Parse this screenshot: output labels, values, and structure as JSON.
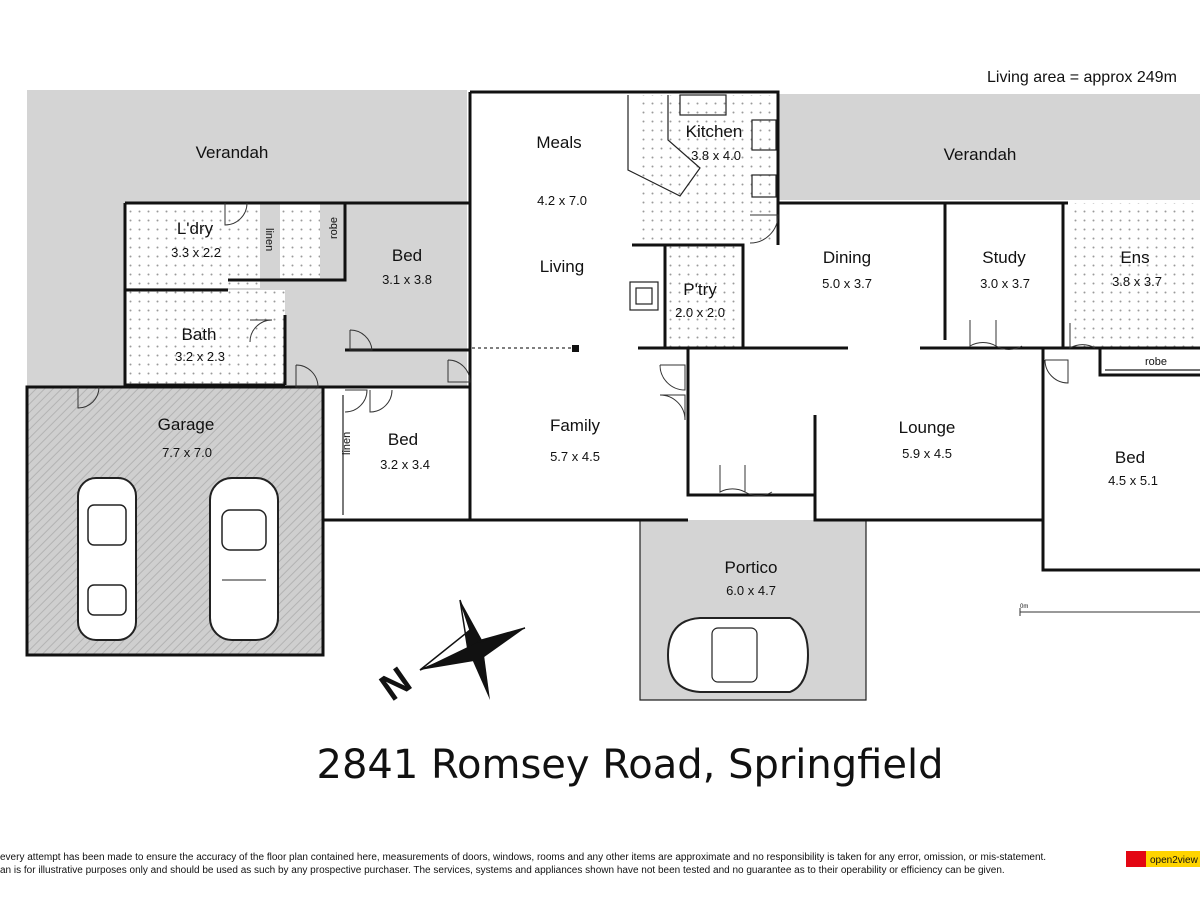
{
  "living_area": "Living area = approx 249m",
  "address": "2841 Romsey Road, Springfield",
  "disclaimer": [
    "every attempt has been made to ensure the accuracy of the floor plan contained here, measurements of doors, windows, rooms and any other items are approximate and no responsibility is taken for any error, omission, or mis-statement.",
    "an is for illustrative purposes only and should be used as such by any prospective purchaser. The services, systems and appliances shown have not been tested and no guarantee as to their operability or efficiency can be given."
  ],
  "logo_text": "open2view",
  "scale_label": "0m",
  "compass_label": "N",
  "rooms": {
    "verandah_left": {
      "name": "Verandah"
    },
    "verandah_right": {
      "name": "Verandah"
    },
    "meals": {
      "name": "Meals",
      "dim": "4.2 x 7.0"
    },
    "living": {
      "name": "Living"
    },
    "kitchen": {
      "name": "Kitchen",
      "dim": "3.8 x 4.0"
    },
    "laundry": {
      "name": "L'dry",
      "dim": "3.3 x 2.2"
    },
    "bed1": {
      "name": "Bed",
      "dim": "3.1 x 3.8"
    },
    "bath": {
      "name": "Bath",
      "dim": "3.2 x 2.3"
    },
    "pantry": {
      "name": "P'try",
      "dim": "2.0 x 2.0"
    },
    "dining": {
      "name": "Dining",
      "dim": "5.0 x 3.7"
    },
    "study": {
      "name": "Study",
      "dim": "3.0 x 3.7"
    },
    "ensuite": {
      "name": "Ens",
      "dim": "3.8 x 3.7"
    },
    "garage": {
      "name": "Garage",
      "dim": "7.7 x 7.0"
    },
    "bed2": {
      "name": "Bed",
      "dim": "3.2 x 3.4"
    },
    "family": {
      "name": "Family",
      "dim": "5.7 x 4.5"
    },
    "lounge": {
      "name": "Lounge",
      "dim": "5.9 x 4.5"
    },
    "bed3": {
      "name": "Bed",
      "dim": "4.5 x 5.1"
    },
    "portico": {
      "name": "Portico",
      "dim": "6.0 x 4.7"
    }
  },
  "small_labels": {
    "linen1": "linen",
    "robe1": "robe",
    "linen2": "linen",
    "robe2": "robe"
  }
}
